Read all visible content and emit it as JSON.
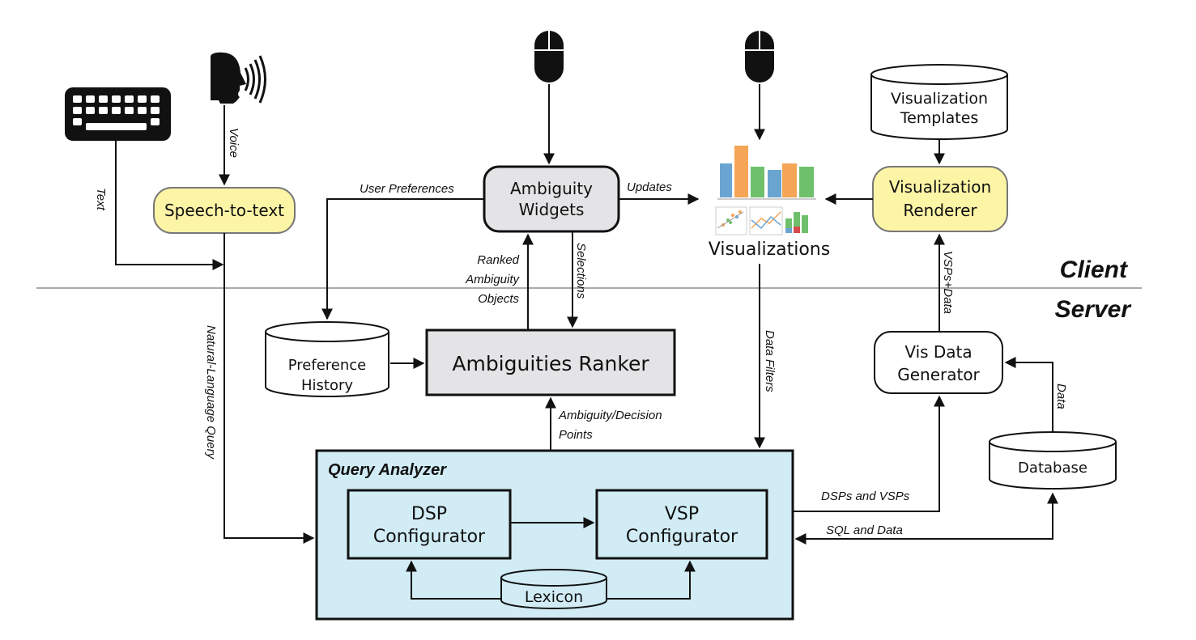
{
  "zones": {
    "client": "Client",
    "server": "Server"
  },
  "nodes": {
    "speech_to_text": "Speech-to-text",
    "ambiguity_widgets": [
      "Ambiguity",
      "Widgets"
    ],
    "visualizations": "Visualizations",
    "visualization_renderer": [
      "Visualization",
      "Renderer"
    ],
    "visualization_templates": [
      "Visualization",
      "Templates"
    ],
    "preference_history": [
      "Preference",
      "History"
    ],
    "ambiguities_ranker": "Ambiguities Ranker",
    "vis_data_generator": [
      "Vis Data",
      "Generator"
    ],
    "database": "Database",
    "query_analyzer": "Query Analyzer",
    "dsp_configurator": [
      "DSP",
      "Configurator"
    ],
    "vsp_configurator": [
      "VSP",
      "Configurator"
    ],
    "lexicon": "Lexicon"
  },
  "edges": {
    "text": "Text",
    "voice": "Voice",
    "natural_language_query": "Natural-Language Query",
    "user_preferences": "User Preferences",
    "updates": "Updates",
    "ranked_ambiguity_objects": [
      "Ranked",
      "Ambiguity",
      "Objects"
    ],
    "selections": "Selections",
    "ambiguity_decision_points": [
      "Ambiguity/Decision",
      "Points"
    ],
    "data_filters": "Data Filters",
    "vsps_data": "VSPs+Data",
    "data": "Data",
    "dsps_and_vsps": "DSPs and VSPs",
    "sql_and_data": "SQL and Data"
  },
  "colors": {
    "yellow_node": "#fdf5a6",
    "gray_node": "#e4e4e6",
    "query_analyzer_fill": "#d1ecf5",
    "divider": "#aaaaaa",
    "bar_orange": "#f4a556",
    "bar_green": "#6fc06c",
    "bar_blue": "#6aa5d1"
  },
  "icons": {
    "keyboard": "keyboard-icon",
    "speaker": "speaking-head-icon",
    "mouse": "mouse-icon",
    "visualizations": "chart-thumbnails-icon"
  }
}
